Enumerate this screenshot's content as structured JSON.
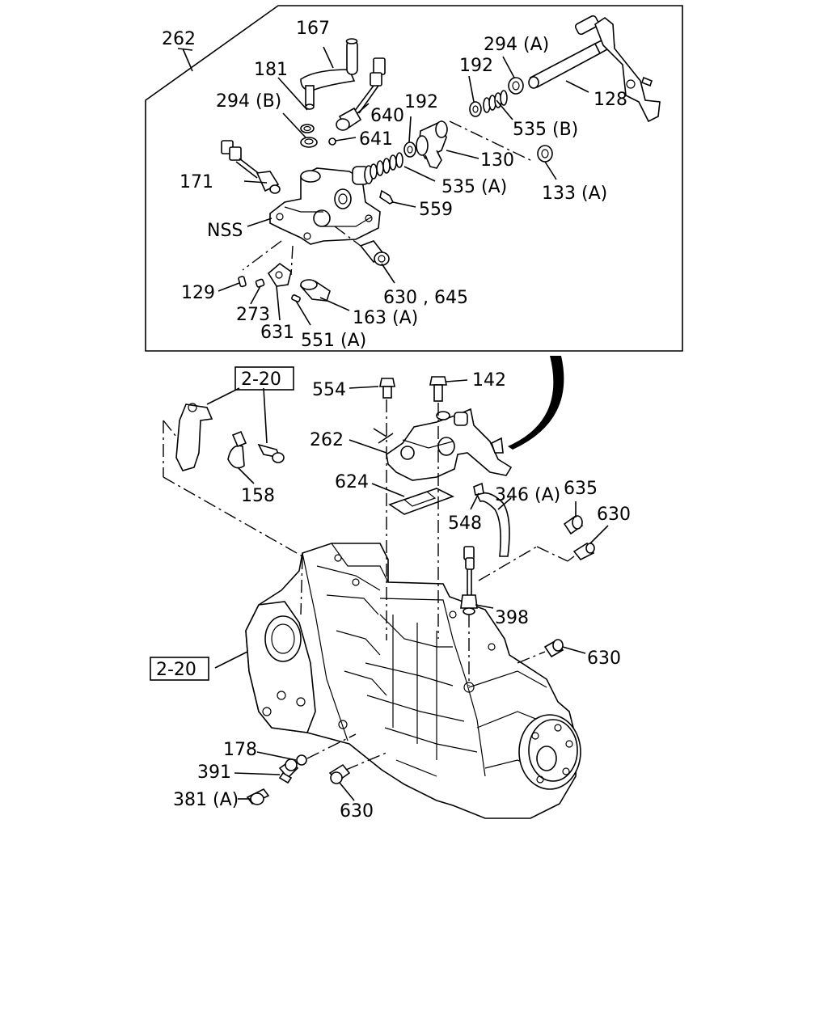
{
  "diagram": {
    "callouts": [
      {
        "id": "c262a",
        "text": "262"
      },
      {
        "id": "c167",
        "text": "167"
      },
      {
        "id": "c181",
        "text": "181"
      },
      {
        "id": "c294b",
        "text": "294 (B)"
      },
      {
        "id": "c294a",
        "text": "294 (A)"
      },
      {
        "id": "c192a",
        "text": "192"
      },
      {
        "id": "c192b",
        "text": "192"
      },
      {
        "id": "c640",
        "text": "640"
      },
      {
        "id": "c641",
        "text": "641"
      },
      {
        "id": "c128",
        "text": "128"
      },
      {
        "id": "c535b",
        "text": "535 (B)"
      },
      {
        "id": "c130",
        "text": "130"
      },
      {
        "id": "c535a",
        "text": "535 (A)"
      },
      {
        "id": "c133a",
        "text": "133 (A)"
      },
      {
        "id": "c171",
        "text": "171"
      },
      {
        "id": "c559",
        "text": "559"
      },
      {
        "id": "cnss",
        "text": "NSS"
      },
      {
        "id": "c129",
        "text": "129"
      },
      {
        "id": "c630645",
        "text": "630 , 645"
      },
      {
        "id": "c273",
        "text": "273"
      },
      {
        "id": "c163a",
        "text": "163 (A)"
      },
      {
        "id": "c631",
        "text": "631"
      },
      {
        "id": "c551a",
        "text": "551 (A)"
      },
      {
        "id": "c554",
        "text": "554"
      },
      {
        "id": "c142",
        "text": "142"
      },
      {
        "id": "c262b",
        "text": "262"
      },
      {
        "id": "c158",
        "text": "158"
      },
      {
        "id": "c624",
        "text": "624"
      },
      {
        "id": "c346a",
        "text": "346 (A)"
      },
      {
        "id": "c635",
        "text": "635"
      },
      {
        "id": "c548",
        "text": "548"
      },
      {
        "id": "c630a",
        "text": "630"
      },
      {
        "id": "c398",
        "text": "398"
      },
      {
        "id": "c630b",
        "text": "630"
      },
      {
        "id": "c178",
        "text": "178"
      },
      {
        "id": "c391",
        "text": "391"
      },
      {
        "id": "c381a",
        "text": "381 (A)"
      },
      {
        "id": "c630c",
        "text": "630"
      }
    ],
    "refs": [
      {
        "id": "r220a",
        "text": "2-20"
      },
      {
        "id": "r220b",
        "text": "2-20"
      }
    ]
  }
}
